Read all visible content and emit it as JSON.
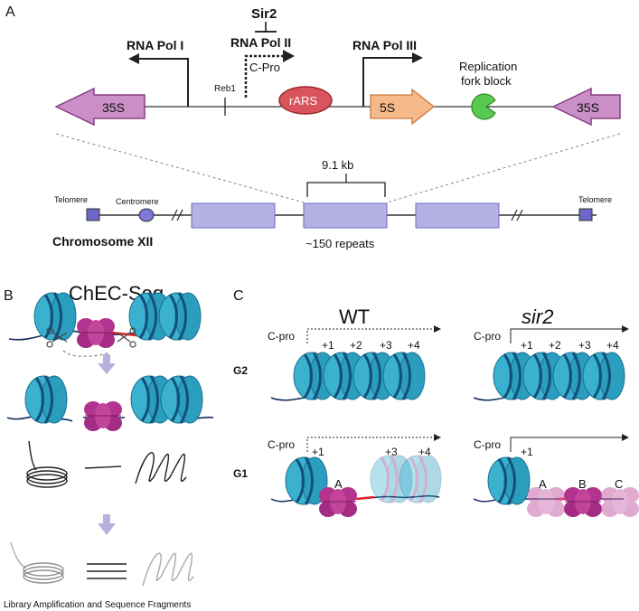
{
  "panelA": {
    "letter": "A",
    "sir2": "Sir2",
    "pol1": "RNA Pol I",
    "pol2": "RNA Pol II",
    "pol3": "RNA Pol III",
    "cpro": "C-Pro",
    "reb1": "Reb1",
    "rars": "rARS",
    "s35_left": "35S",
    "s35_right": "35S",
    "s5": "5S",
    "rfb_line1": "Replication",
    "rfb_line2": "fork block",
    "kb": "9.1 kb",
    "telomere_left": "Telomere",
    "telomere_right": "Telomere",
    "centromere": "Centromere",
    "chromosome": "Chromosome XII",
    "repeats": "~150 repeats"
  },
  "panelB": {
    "letter": "B",
    "title": "ChEC-Seq",
    "caption": "Library Amplification and Sequence Fragments"
  },
  "panelC": {
    "letter": "C",
    "wt": "WT",
    "sir2": "sir2",
    "g2": "G2",
    "g1": "G1",
    "cpro_wt_g2": "C-pro",
    "cpro_sir2_g2": "C-pro",
    "cpro_wt_g1": "C-pro",
    "cpro_sir2_g1": "C-pro",
    "wt_g2_pos": [
      "+1",
      "+2",
      "+3",
      "+4"
    ],
    "sir2_g2_pos": [
      "+1",
      "+2",
      "+3",
      "+4"
    ],
    "wt_g1_pos": [
      "+1",
      "+3",
      "+4"
    ],
    "sir2_g1_pos": [
      "+1"
    ],
    "wt_g1_sites": [
      "A"
    ],
    "sir2_g1_sites": [
      "A",
      "B",
      "C"
    ]
  },
  "colors": {
    "s35": "#c98fc6",
    "s5": "#f6b98a",
    "rars": "#d9545c",
    "rfb": "#5ac94f",
    "chrom_box": "#b5b1e3",
    "nucleosome": "#2fa9c9",
    "nuc_dark": "#12507a",
    "mnase": "#b3348f",
    "linker_red": "#e0242a",
    "arrow_box": "#b6b0dd"
  }
}
